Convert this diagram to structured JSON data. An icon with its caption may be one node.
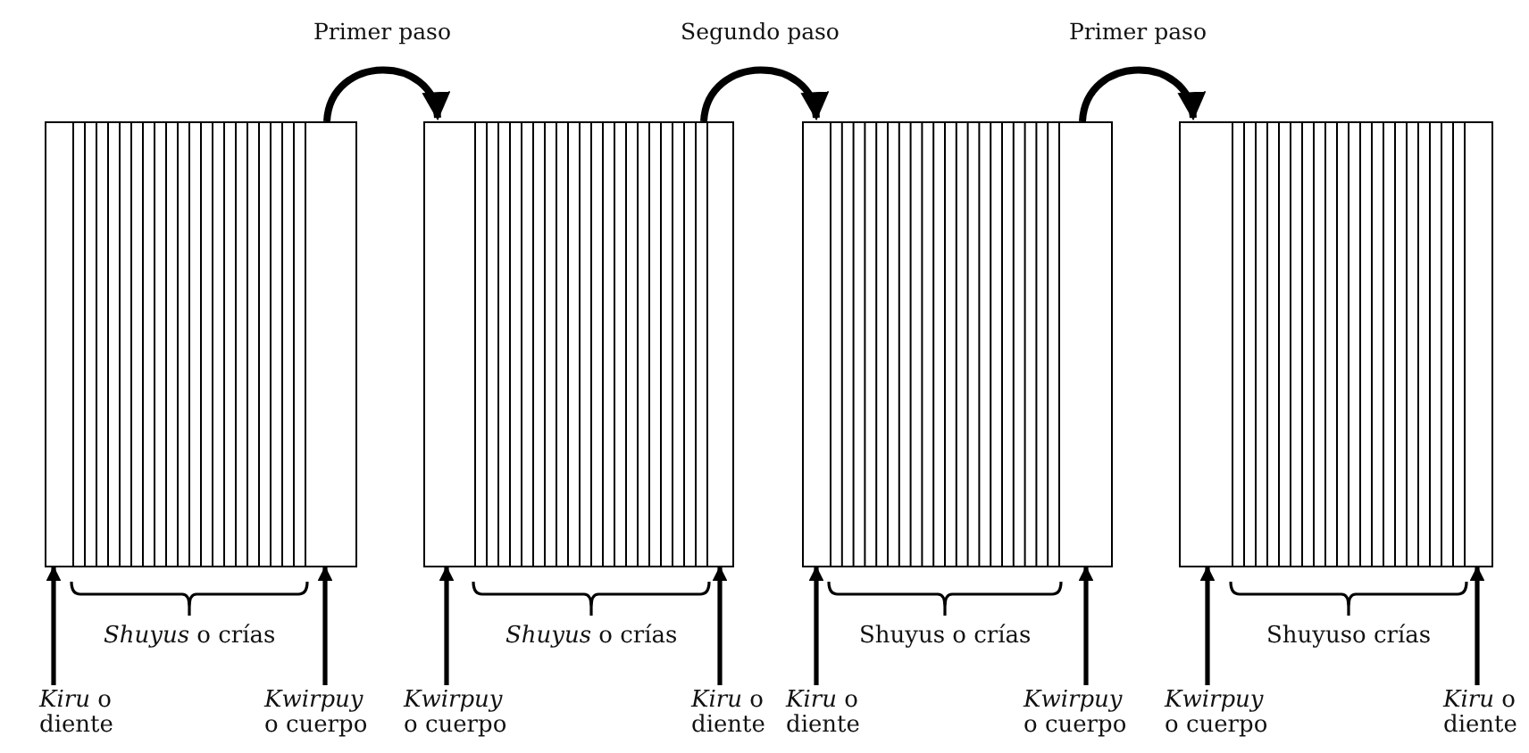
{
  "diagram": {
    "nodes": [
      {
        "text": [],
        "shape": "box",
        "beside": [
          "*Shuyus* o crías"
        ]
      },
      {
        "text": [],
        "shape": "box",
        "beside": [
          "*Shuyus* o crías"
        ]
      },
      {
        "text": [],
        "shape": "box",
        "beside": [
          "Shuyus  o crías"
        ]
      },
      {
        "text": [],
        "shape": "box",
        "beside": [
          "Shuyuso crías"
        ]
      },
      {
        "text": [
          "*Kiru* o diente"
        ]
      },
      {
        "text": [
          "*Kwirpuy* o cuerpo"
        ]
      },
      {
        "text": [
          "*Kwirpuy* o cuerpo"
        ]
      },
      {
        "text": [
          "*Kiru* o diente"
        ]
      },
      {
        "text": [
          "*Kiru* o diente"
        ]
      },
      {
        "text": [
          "*Kwirpuy* o cuerpo"
        ]
      },
      {
        "text": [
          "*Kwirpuy* o cuerpo"
        ]
      },
      {
        "text": [
          "*Kiru* o diente"
        ]
      }
    ],
    "edges": [
      {
        "from": 0,
        "to": 1,
        "arrow": "to",
        "label": "Primer paso"
      },
      {
        "from": 1,
        "to": 2,
        "arrow": "to",
        "label": "Segundo paso"
      },
      {
        "from": 2,
        "to": 3,
        "arrow": "to",
        "label": "Primer paso"
      },
      {
        "from": 4,
        "to": 0,
        "arrow": "to"
      },
      {
        "from": 5,
        "to": 0,
        "arrow": "to"
      },
      {
        "from": 6,
        "to": 1,
        "arrow": "to"
      },
      {
        "from": 7,
        "to": 1,
        "arrow": "to"
      },
      {
        "from": 8,
        "to": 2,
        "arrow": "to"
      },
      {
        "from": 9,
        "to": 2,
        "arrow": "to"
      },
      {
        "from": 10,
        "to": 3,
        "arrow": "to"
      },
      {
        "from": 11,
        "to": 3,
        "arrow": "to"
      }
    ]
  }
}
